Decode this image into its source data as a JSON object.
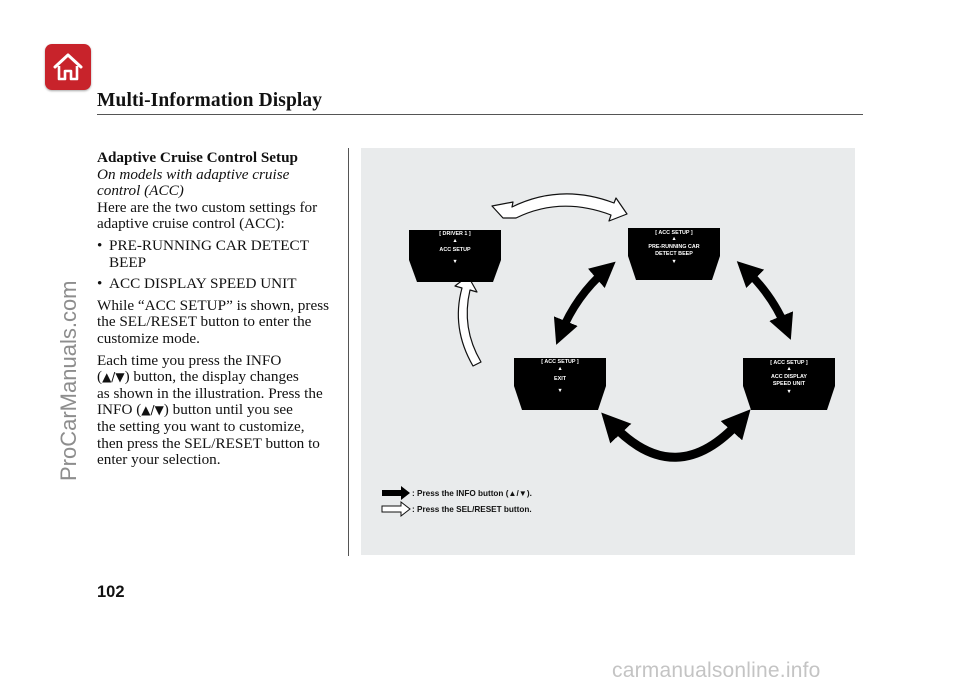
{
  "header": {
    "home_icon": "home-icon",
    "title": "Multi-Information Display"
  },
  "content": {
    "subheading": "Adaptive Cruise Control Setup",
    "model_note_line1": "On models with adaptive cruise",
    "model_note_line2": "control (ACC)",
    "intro_line1": "Here are the two custom settings for",
    "intro_line2": "adaptive cruise control (ACC):",
    "bullets": [
      {
        "line1": "PRE-RUNNING CAR DETECT",
        "line2": "BEEP"
      },
      {
        "line1": "ACC DISPLAY SPEED UNIT",
        "line2": ""
      }
    ],
    "para1_line1": "While “ACC SETUP” is shown, press",
    "para1_line2": "the SEL/RESET button to enter the",
    "para1_line3": "customize mode.",
    "para2_line1": "Each time you press the INFO",
    "para2_line2a": "(",
    "para2_line2b": ") button, the display changes",
    "para2_line3": "as shown in the illustration. Press the",
    "para2_line4a": "INFO (",
    "para2_line4b": ") button until you see",
    "para2_line5": "the setting you want to customize,",
    "para2_line6": "then press the SEL/RESET button to",
    "para2_line7": "enter your selection.",
    "updown_glyph": "▲/▼"
  },
  "figure": {
    "screens": [
      {
        "line1": "[ DRIVER 1 ]",
        "line2": "ACC SETUP",
        "line3": ""
      },
      {
        "line1": "[ ACC SETUP ]",
        "line2": "PRE-RUNNING CAR",
        "line3": "DETECT BEEP"
      },
      {
        "line1": "[ ACC SETUP ]",
        "line2": "ACC DISPLAY",
        "line3": "SPEED UNIT"
      },
      {
        "line1": "[ ACC SETUP ]",
        "line2": "EXIT",
        "line3": ""
      }
    ],
    "legend_info": ": Press the INFO button (▲/▼).",
    "legend_sel": ": Press the SEL/RESET button."
  },
  "page_number": "102",
  "watermarks": {
    "side": "ProCarManuals.com",
    "bottom": "carmanualsonline.info"
  },
  "colors": {
    "home_button": "#c8232b",
    "figure_background": "#e9ebec"
  }
}
